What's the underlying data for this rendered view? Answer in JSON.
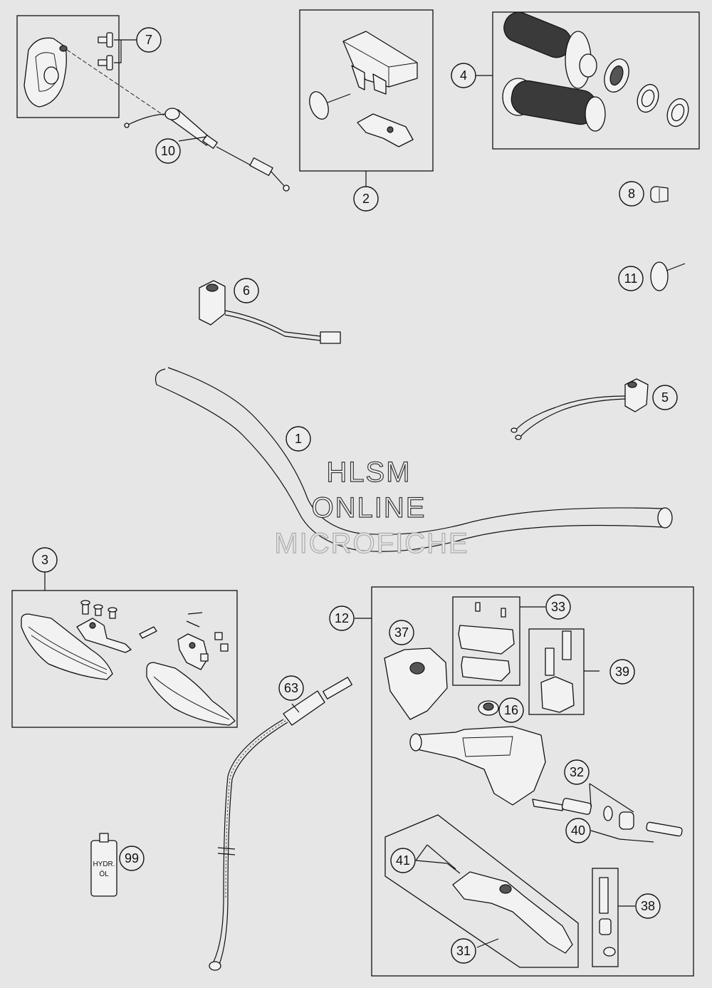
{
  "watermark": {
    "line1": "HLSM",
    "line2": "ONLINE",
    "line3": "MICROFICHE"
  },
  "callouts": {
    "c1": "1",
    "c2": "2",
    "c3": "3",
    "c4": "4",
    "c5": "5",
    "c6": "6",
    "c7": "7",
    "c8": "8",
    "c10": "10",
    "c11": "11",
    "c12": "12",
    "c16": "16",
    "c31": "31",
    "c32": "32",
    "c33": "33",
    "c37": "37",
    "c38": "38",
    "c39": "39",
    "c40": "40",
    "c41": "41",
    "c63": "63",
    "c99": "99"
  },
  "bottle_label": {
    "line1": "HYDR.",
    "line2": "ÖL"
  },
  "colors": {
    "background": "#e6e6e6",
    "line": "#111111"
  }
}
